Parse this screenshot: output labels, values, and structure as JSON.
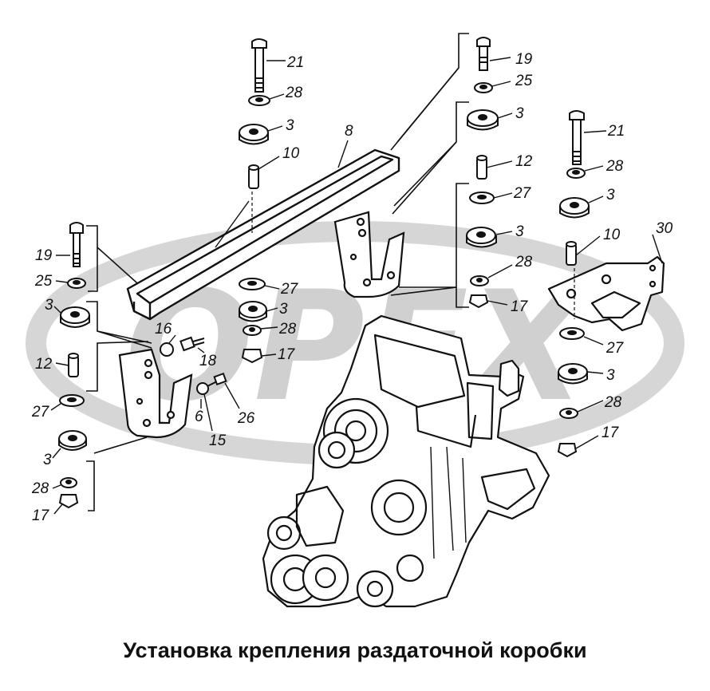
{
  "caption": "Установка крепления раздаточной коробки",
  "watermark": "OPEX",
  "callouts": [
    {
      "id": "c21a",
      "text": "21"
    },
    {
      "id": "c28a",
      "text": "28"
    },
    {
      "id": "c3a",
      "text": "3"
    },
    {
      "id": "c10a",
      "text": "10"
    },
    {
      "id": "c8",
      "text": "8"
    },
    {
      "id": "c19a",
      "text": "19"
    },
    {
      "id": "c25a",
      "text": "25"
    },
    {
      "id": "c3b",
      "text": "3"
    },
    {
      "id": "c12a",
      "text": "12"
    },
    {
      "id": "c27a",
      "text": "27"
    },
    {
      "id": "c3c",
      "text": "3"
    },
    {
      "id": "c28b",
      "text": "28"
    },
    {
      "id": "c17a",
      "text": "17"
    },
    {
      "id": "c21b",
      "text": "21"
    },
    {
      "id": "c28c",
      "text": "28"
    },
    {
      "id": "c3d",
      "text": "3"
    },
    {
      "id": "c10b",
      "text": "10"
    },
    {
      "id": "c30",
      "text": "30"
    },
    {
      "id": "c27b",
      "text": "27"
    },
    {
      "id": "c3e",
      "text": "3"
    },
    {
      "id": "c28d",
      "text": "28"
    },
    {
      "id": "c17b",
      "text": "17"
    },
    {
      "id": "c19b",
      "text": "19"
    },
    {
      "id": "c25b",
      "text": "25"
    },
    {
      "id": "c3f",
      "text": "3"
    },
    {
      "id": "c12b",
      "text": "12"
    },
    {
      "id": "c27c",
      "text": "27"
    },
    {
      "id": "c3g",
      "text": "3"
    },
    {
      "id": "c28e",
      "text": "28"
    },
    {
      "id": "c17c",
      "text": "17"
    },
    {
      "id": "c16",
      "text": "16"
    },
    {
      "id": "c18",
      "text": "18"
    },
    {
      "id": "c6",
      "text": "6"
    },
    {
      "id": "c15",
      "text": "15"
    },
    {
      "id": "c26",
      "text": "26"
    },
    {
      "id": "c27d",
      "text": "27"
    },
    {
      "id": "c3h",
      "text": "3"
    },
    {
      "id": "c28f",
      "text": "28"
    },
    {
      "id": "c17d",
      "text": "17"
    }
  ]
}
